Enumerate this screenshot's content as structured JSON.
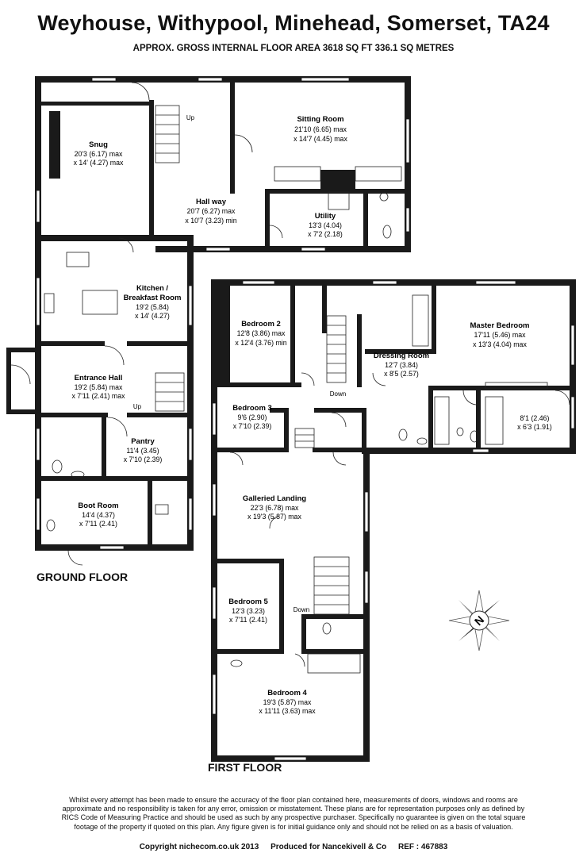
{
  "header": {
    "title": "Weyhouse, Withypool, Minehead, Somerset, TA24",
    "subtitle": "APPROX. GROSS INTERNAL FLOOR AREA 3618 SQ FT 336.1 SQ METRES"
  },
  "ground_floor": {
    "label": "GROUND FLOOR",
    "rooms": [
      {
        "name": "Snug",
        "line1": "20'3 (6.17) max",
        "line2": "x 14' (4.27) max"
      },
      {
        "name": "Sitting Room",
        "line1": "21'10 (6.65) max",
        "line2": "x 14'7 (4.45) max"
      },
      {
        "name": "Hall way",
        "line1": "20'7 (6.27) max",
        "line2": "x 10'7 (3.23) min"
      },
      {
        "name": "Utility",
        "line1": "13'3 (4.04)",
        "line2": "x 7'2 (2.18)"
      },
      {
        "name": "Kitchen /",
        "name2": "Breakfast Room",
        "line1": "19'2 (5.84)",
        "line2": "x 14' (4.27)"
      },
      {
        "name": "Entrance Hall",
        "line1": "19'2 (5.84) max",
        "line2": "x 7'11 (2.41) max"
      },
      {
        "name": "Pantry",
        "line1": "11'4 (3.45)",
        "line2": "x 7'10 (2.39)"
      },
      {
        "name": "Boot Room",
        "line1": "14'4 (4.37)",
        "line2": "x 7'11 (2.41)"
      }
    ],
    "stair_labels": {
      "up_top": "Up",
      "up_entrance": "Up"
    }
  },
  "first_floor": {
    "label": "FIRST FLOOR",
    "rooms": [
      {
        "name": "Bedroom 2",
        "line1": "12'8 (3.86) max",
        "line2": "x 12'4 (3.76) min"
      },
      {
        "name": "Dressing Room",
        "line1": "12'7 (3.84)",
        "line2": "x 8'5 (2.57)"
      },
      {
        "name": "Master Bedroom",
        "line1": "17'11 (5.46) max",
        "line2": "x 13'3 (4.04) max"
      },
      {
        "name": "Bedroom 3",
        "line1": "9'6 (2.90)",
        "line2": "x 7'10 (2.39)"
      },
      {
        "name": "",
        "line1": "8'1 (2.46)",
        "line2": "x 6'3 (1.91)"
      },
      {
        "name": "Galleried Landing",
        "line1": "22'3 (6.78) max",
        "line2": "x 19'3 (5.87) max"
      },
      {
        "name": "Bedroom 5",
        "line1": "12'3 (3.23)",
        "line2": "x 7'11 (2.41)"
      },
      {
        "name": "Bedroom 4",
        "line1": "19'3 (5.87) max",
        "line2": "x 11'11 (3.63) max"
      }
    ],
    "stair_labels": {
      "down_top": "Down",
      "down_landing": "Down"
    }
  },
  "compass": {
    "letter": "N"
  },
  "disclaimer": "Whilst every attempt has been made to ensure the accuracy of the floor plan contained here, measurements of doors, windows and rooms are approximate and no responsibility is taken for any error, omission or misstatement. These plans are for representation purposes only as defined by RICS Code of Measuring Practice and should be used as such by any prospective purchaser. Specifically no guarantee is given on the total square footage of the property if quoted on this plan. Any figure given is for initial guidance only and should not be relied on as a basis of valuation.",
  "footer": {
    "copyright": "Copyright nichecom.co.uk 2013",
    "produced": "Produced for Nancekivell & Co",
    "ref": "REF : 467883"
  }
}
